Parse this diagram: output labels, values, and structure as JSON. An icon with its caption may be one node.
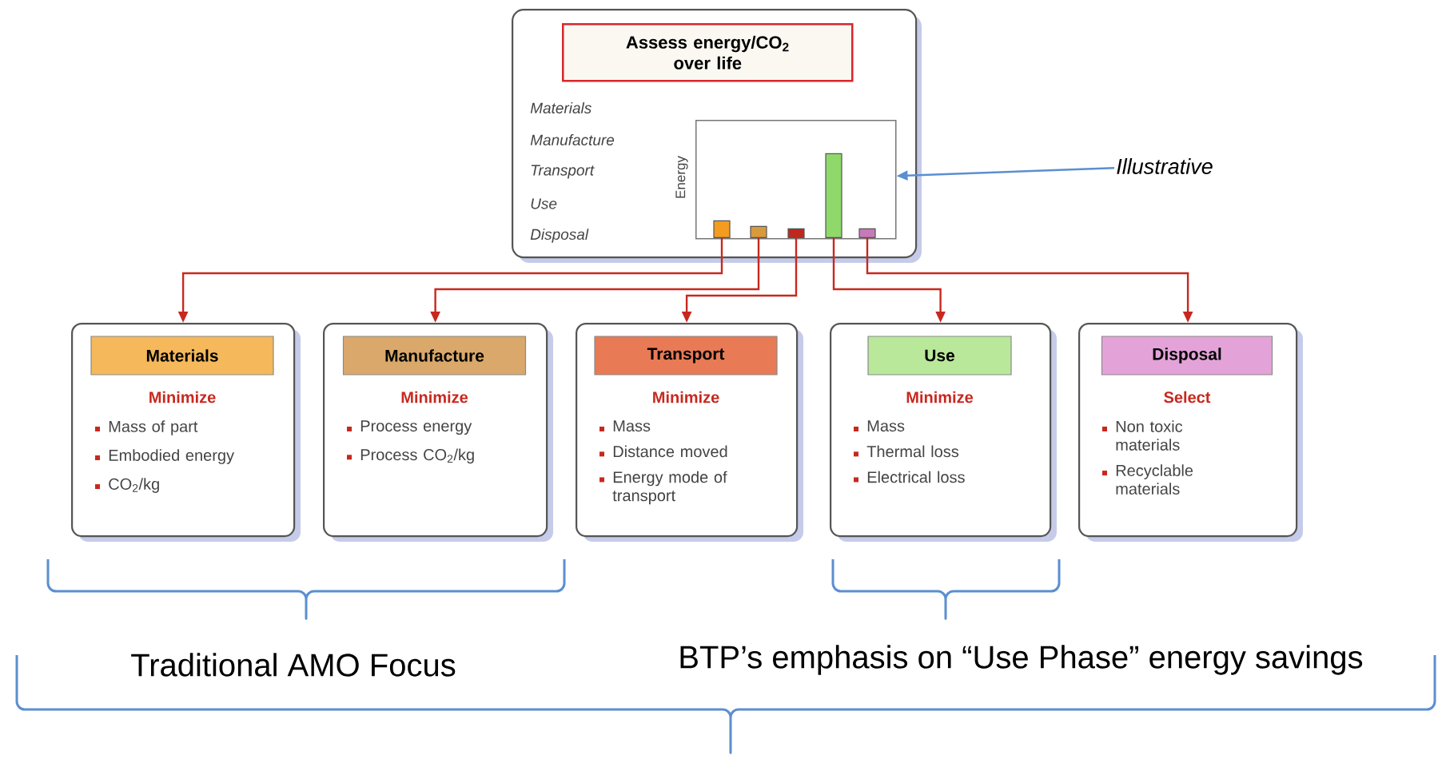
{
  "diagram": {
    "nodes": [
      {
        "text": [
          "Materials",
          "Manufacture",
          "Transport",
          "Use",
          "Disposal"
        ]
      },
      {
        "text": [
          "Assess energy/CO$_{2}$ over life"
        ],
        "in": 0
      },
      {
        "text": [
          "Energy"
        ],
        "in": 0
      },
      {
        "text": [],
        "shape": "bar",
        "in": 2
      },
      {
        "text": [],
        "shape": "bar",
        "in": 2
      },
      {
        "text": [],
        "shape": "bar",
        "in": 2
      },
      {
        "text": [],
        "shape": "bar",
        "in": 2
      },
      {
        "text": [],
        "shape": "bar",
        "in": 2
      },
      {
        "text": [
          "Illustrative"
        ]
      },
      {
        "text": [
          "Materials",
          "Minimize",
          "Mass of part",
          "Embodied energy",
          "CO$_{2}$/kg"
        ]
      },
      {
        "text": [
          "Manufacture",
          "Minimize",
          "Process energy",
          "Process CO$_{2}$/kg"
        ]
      },
      {
        "text": [
          "Transport",
          "Minimize",
          "Mass",
          "Distance moved",
          "Energy mode of transport"
        ]
      },
      {
        "text": [
          "Use",
          "Minimize",
          "Mass",
          "Thermal loss",
          "Electrical loss"
        ]
      },
      {
        "text": [
          "Disposal",
          "Select",
          "Non toxic materials",
          "Recyclable materials"
        ]
      }
    ],
    "edges": [
      {
        "from": 3,
        "to": 9,
        "arrow": "to"
      },
      {
        "from": 4,
        "to": 10,
        "arrow": "to"
      },
      {
        "from": 5,
        "to": 11,
        "arrow": "to"
      },
      {
        "from": 6,
        "to": 12,
        "arrow": "to"
      },
      {
        "from": 7,
        "to": 13,
        "arrow": "to"
      },
      {
        "from": 8,
        "to": 2,
        "arrow": "to",
        "color": "#5b8fd0"
      }
    ],
    "labels": [
      "Traditional AMO Focus",
      "BTP’s emphasis on “Use Phase” energy savings"
    ]
  }
}
